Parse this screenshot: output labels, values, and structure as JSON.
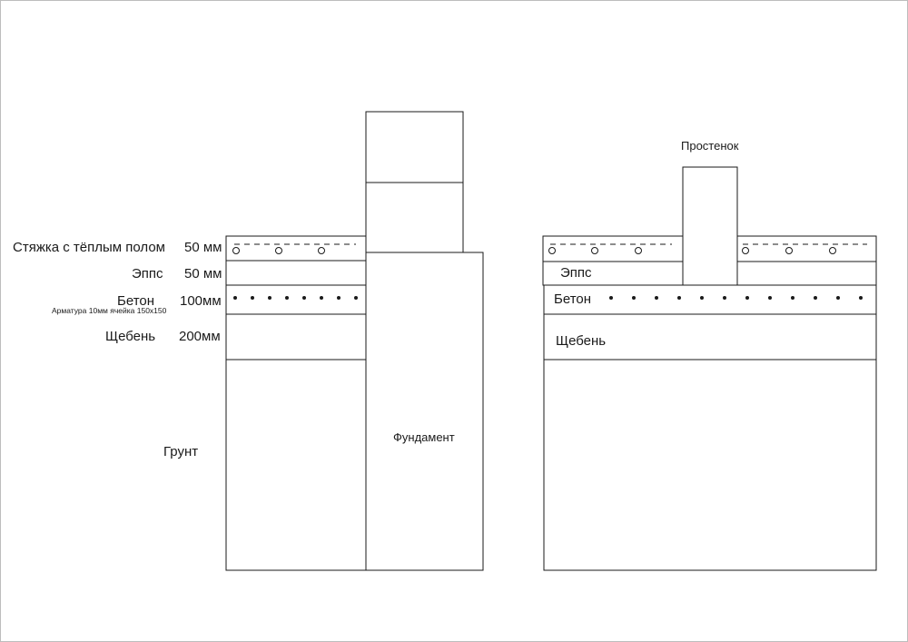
{
  "left_section": {
    "layers": [
      {
        "name": "Стяжка с тёплым полом",
        "thickness": "50 мм"
      },
      {
        "name": "Эппс",
        "thickness": "50 мм"
      },
      {
        "name": "Бетон",
        "thickness": "100мм",
        "note": "Арматура 10мм ячейка 150х150"
      },
      {
        "name": "Щебень",
        "thickness": "200мм"
      },
      {
        "name": "Грунт"
      }
    ],
    "foundation_label": "Фундамент"
  },
  "right_section": {
    "wall_label": "Простенок",
    "layers": [
      {
        "name": "Эппс"
      },
      {
        "name": "Бетон"
      },
      {
        "name": "Щебень"
      }
    ]
  },
  "style": {
    "line_color": "#1a1a1a",
    "background": "#ffffff"
  }
}
